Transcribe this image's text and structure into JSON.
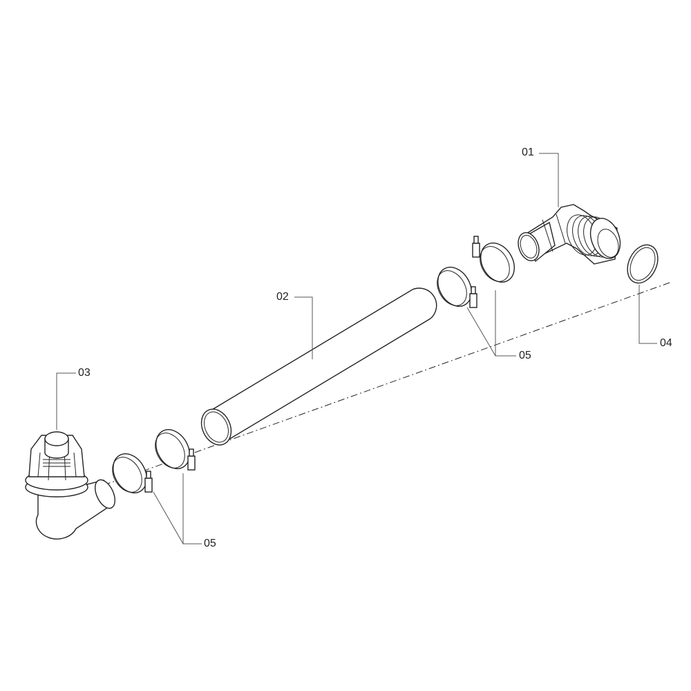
{
  "diagram": {
    "type": "exploded parts diagram",
    "callouts": [
      {
        "id": "01",
        "label": "01",
        "part": "elbow-fitting-threaded"
      },
      {
        "id": "02",
        "label": "02",
        "part": "tube"
      },
      {
        "id": "03",
        "label": "03",
        "part": "valve-elbow-assembly"
      },
      {
        "id": "04",
        "label": "04",
        "part": "o-ring"
      },
      {
        "id": "05a",
        "label": "05",
        "part": "hose-clamps-right"
      },
      {
        "id": "05b",
        "label": "05",
        "part": "hose-clamps-left"
      }
    ]
  }
}
